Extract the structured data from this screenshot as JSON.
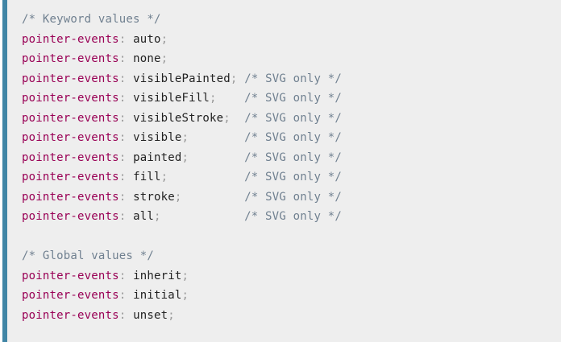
{
  "colors": {
    "page_background": "#ffffff",
    "background": "#eeeeee",
    "border_accent": "#4085a5",
    "token_property": "#990055",
    "token_punctuation": "#999999",
    "token_value": "#222222",
    "token_comment": "#708090"
  },
  "code": {
    "language": "css",
    "lines": [
      [
        [
          "comment",
          "/* Keyword values */"
        ]
      ],
      [
        [
          "property",
          "pointer-events"
        ],
        [
          "punctuation",
          ":"
        ],
        [
          "plain",
          " "
        ],
        [
          "value",
          "auto"
        ],
        [
          "punctuation",
          ";"
        ]
      ],
      [
        [
          "property",
          "pointer-events"
        ],
        [
          "punctuation",
          ":"
        ],
        [
          "plain",
          " "
        ],
        [
          "value",
          "none"
        ],
        [
          "punctuation",
          ";"
        ]
      ],
      [
        [
          "property",
          "pointer-events"
        ],
        [
          "punctuation",
          ":"
        ],
        [
          "plain",
          " "
        ],
        [
          "value",
          "visiblePainted"
        ],
        [
          "punctuation",
          ";"
        ],
        [
          "plain",
          " "
        ],
        [
          "comment",
          "/* SVG only */"
        ]
      ],
      [
        [
          "property",
          "pointer-events"
        ],
        [
          "punctuation",
          ":"
        ],
        [
          "plain",
          " "
        ],
        [
          "value",
          "visibleFill"
        ],
        [
          "punctuation",
          ";"
        ],
        [
          "plain",
          "    "
        ],
        [
          "comment",
          "/* SVG only */"
        ]
      ],
      [
        [
          "property",
          "pointer-events"
        ],
        [
          "punctuation",
          ":"
        ],
        [
          "plain",
          " "
        ],
        [
          "value",
          "visibleStroke"
        ],
        [
          "punctuation",
          ";"
        ],
        [
          "plain",
          "  "
        ],
        [
          "comment",
          "/* SVG only */"
        ]
      ],
      [
        [
          "property",
          "pointer-events"
        ],
        [
          "punctuation",
          ":"
        ],
        [
          "plain",
          " "
        ],
        [
          "value",
          "visible"
        ],
        [
          "punctuation",
          ";"
        ],
        [
          "plain",
          "        "
        ],
        [
          "comment",
          "/* SVG only */"
        ]
      ],
      [
        [
          "property",
          "pointer-events"
        ],
        [
          "punctuation",
          ":"
        ],
        [
          "plain",
          " "
        ],
        [
          "value",
          "painted"
        ],
        [
          "punctuation",
          ";"
        ],
        [
          "plain",
          "        "
        ],
        [
          "comment",
          "/* SVG only */"
        ]
      ],
      [
        [
          "property",
          "pointer-events"
        ],
        [
          "punctuation",
          ":"
        ],
        [
          "plain",
          " "
        ],
        [
          "value",
          "fill"
        ],
        [
          "punctuation",
          ";"
        ],
        [
          "plain",
          "           "
        ],
        [
          "comment",
          "/* SVG only */"
        ]
      ],
      [
        [
          "property",
          "pointer-events"
        ],
        [
          "punctuation",
          ":"
        ],
        [
          "plain",
          " "
        ],
        [
          "value",
          "stroke"
        ],
        [
          "punctuation",
          ";"
        ],
        [
          "plain",
          "         "
        ],
        [
          "comment",
          "/* SVG only */"
        ]
      ],
      [
        [
          "property",
          "pointer-events"
        ],
        [
          "punctuation",
          ":"
        ],
        [
          "plain",
          " "
        ],
        [
          "value",
          "all"
        ],
        [
          "punctuation",
          ";"
        ],
        [
          "plain",
          "            "
        ],
        [
          "comment",
          "/* SVG only */"
        ]
      ],
      [],
      [
        [
          "comment",
          "/* Global values */"
        ]
      ],
      [
        [
          "property",
          "pointer-events"
        ],
        [
          "punctuation",
          ":"
        ],
        [
          "plain",
          " "
        ],
        [
          "value",
          "inherit"
        ],
        [
          "punctuation",
          ";"
        ]
      ],
      [
        [
          "property",
          "pointer-events"
        ],
        [
          "punctuation",
          ":"
        ],
        [
          "plain",
          " "
        ],
        [
          "value",
          "initial"
        ],
        [
          "punctuation",
          ";"
        ]
      ],
      [
        [
          "property",
          "pointer-events"
        ],
        [
          "punctuation",
          ":"
        ],
        [
          "plain",
          " "
        ],
        [
          "value",
          "unset"
        ],
        [
          "punctuation",
          ";"
        ]
      ]
    ]
  }
}
